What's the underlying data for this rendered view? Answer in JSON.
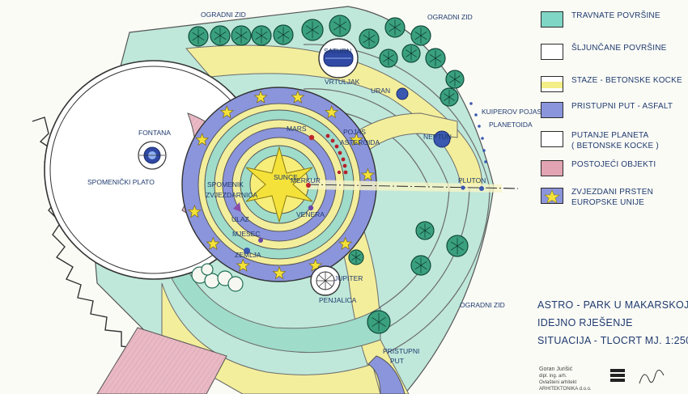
{
  "plan": {
    "labels": {
      "ogradni_zid_1": "OGRADNI ZID",
      "ogradni_zid_2": "OGRADNI ZID",
      "ogradni_zid_3": "OGRADNI ZID",
      "fontana": "FONTANA",
      "spomenicki_plato": "SPOMENIČKI PLATO",
      "saturn": "SATURN",
      "vrtuljak": "VRTULJAK",
      "uran": "URAN",
      "neptun": "NEPTUN",
      "kuiperov_1": "KUIPEROV POJAS",
      "kuiperov_2": "PLANETOIDA",
      "mars": "MARS",
      "pojas_1": "POJAS",
      "pojas_2": "ASTEROIDA",
      "sunce": "SUNCE",
      "merkur": "MERKUR",
      "pluton": "PLUTON",
      "spomenik_1": "SPOMENIK",
      "spomenik_2": "ZVJEZDARNICA",
      "ulaz": "ULAZ",
      "mjesec": "MJESEC",
      "venera": "VENERA",
      "zemlja": "ZEMLJA",
      "jupiter": "JUPITER",
      "penjalica": "PENJALICA",
      "pristupni_1": "PRISTUPNI",
      "pristupni_2": "PUT"
    }
  },
  "legend": [
    {
      "text": "TRAVNATE POVRŠINE",
      "color": "#7fd6c4"
    },
    {
      "text": "ŠLJUNČANE POVRŠINE",
      "color": "#ffffff"
    },
    {
      "text": "STAZE - BETONSKE KOCKE",
      "color": "#f3ee86"
    },
    {
      "text": "PRISTUPNI PUT - ASFALT",
      "color": "#8b95dc"
    },
    {
      "text": "PUTANJE PLANETA",
      "text2": "( BETONSKE KOCKE )",
      "color": "#ffffff"
    },
    {
      "text": "POSTOJEĆI OBJEKTI",
      "color": "#e2a4b2"
    },
    {
      "text": "ZVJEZDANI PRSTEN",
      "text2": "EUROPSKE UNIJE",
      "color": "#8b95dc"
    }
  ],
  "title_block": {
    "line1": "ASTRO - PARK U MAKARSKOJ",
    "line2": "IDEJNO RJEŠENJE",
    "line3": "SITUACIJA - TLOCRT  MJ. 1:250",
    "author": "Goran Jurišić",
    "author_title": "dipl. ing. arh.",
    "author_role": "Ovlašteni arhitekt",
    "firm": "ARHITEKTONIKA d.o.o."
  }
}
